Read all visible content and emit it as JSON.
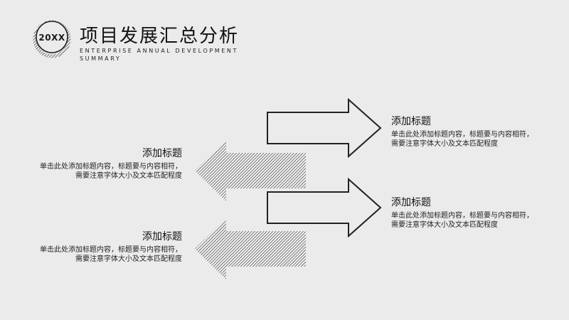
{
  "header": {
    "year": "20XX",
    "title": "项目发展汇总分析",
    "subtitle": "ENTERPRISE ANNUAL DEVELOPMENT SUMMARY"
  },
  "items": [
    {
      "title": "添加标题",
      "desc_line1": "单击此处添加标题内容，标题要与内容相符，",
      "desc_line2": "需要注意字体大小及文本匹配程度"
    },
    {
      "title": "添加标题",
      "desc_line1": "单击此处添加标题内容，标题要与内容相符，",
      "desc_line2": "需要注意字体大小及文本匹配程度"
    },
    {
      "title": "添加标题",
      "desc_line1": "单击此处添加标题内容，标题要与内容相符，",
      "desc_line2": "需要注意字体大小及文本匹配程度"
    },
    {
      "title": "添加标题",
      "desc_line1": "单击此处添加标题内容，标题要与内容相符，",
      "desc_line2": "需要注意字体大小及文本匹配程度"
    }
  ]
}
